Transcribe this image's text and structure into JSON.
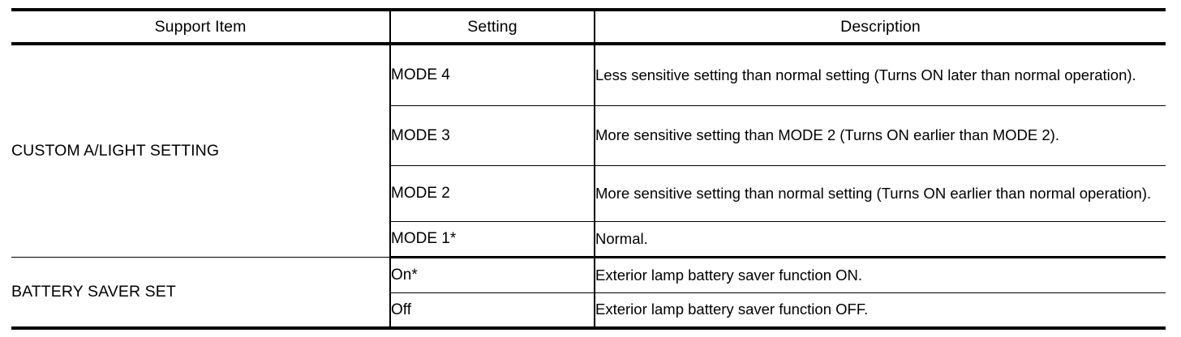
{
  "table": {
    "columns": [
      {
        "key": "support_item",
        "label": "Support Item"
      },
      {
        "key": "setting",
        "label": "Setting"
      },
      {
        "key": "description",
        "label": "Description"
      }
    ],
    "groups": [
      {
        "support_item": "CUSTOM A/LIGHT SETTING",
        "rows": [
          {
            "setting": "MODE 4",
            "description": "Less sensitive setting than normal setting (Turns ON later than normal operation)."
          },
          {
            "setting": "MODE 3",
            "description": "More sensitive setting than MODE 2 (Turns ON earlier than MODE 2)."
          },
          {
            "setting": "MODE 2",
            "description": "More sensitive setting than normal setting (Turns ON earlier than normal operation)."
          },
          {
            "setting": "MODE 1*",
            "description": "Normal."
          }
        ]
      },
      {
        "support_item": "BATTERY SAVER SET",
        "rows": [
          {
            "setting": "On*",
            "description": "Exterior lamp battery saver function ON."
          },
          {
            "setting": "Off",
            "description": "Exterior lamp battery saver function OFF."
          }
        ]
      }
    ]
  },
  "colors": {
    "rule": "#000000",
    "text": "#000000",
    "background": "#ffffff"
  }
}
